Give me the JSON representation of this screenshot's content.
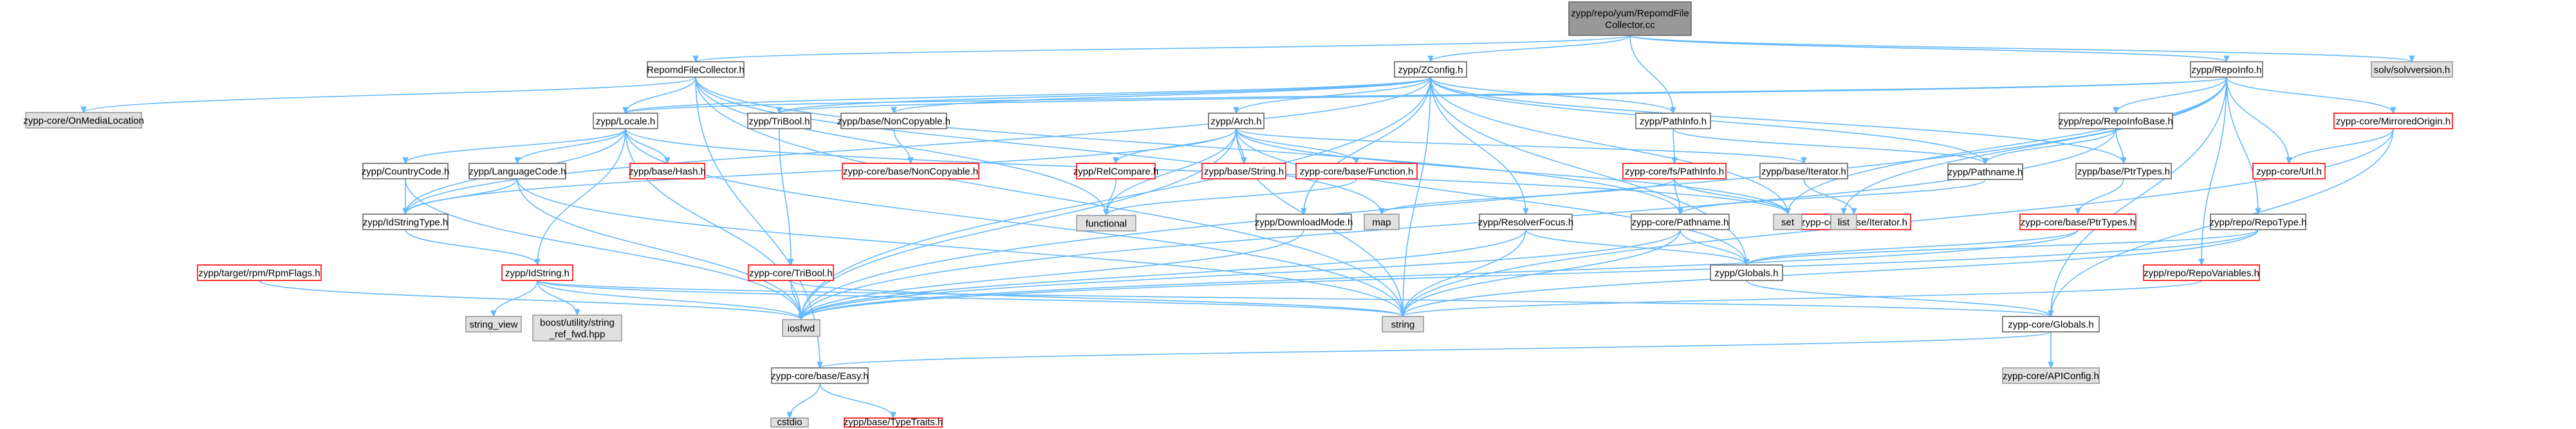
{
  "diagram": {
    "type": "include-dependency-graph",
    "colors": {
      "edge": "#63b8ff",
      "root_fill": "#999999",
      "normal_fill": "#ffffff",
      "external_fill": "#e0e0e0",
      "external_stroke": "#999999",
      "truncated_stroke": "#ff0000",
      "normal_stroke": "#666666",
      "text": "#000000"
    },
    "nodes": [
      {
        "id": "root",
        "label": "zypp/repo/yum/RepomdFile\nCollector.cc",
        "kind": "root"
      },
      {
        "id": "rfc",
        "label": "RepomdFileCollector.h",
        "kind": "normal"
      },
      {
        "id": "zconfig",
        "label": "zypp/ZConfig.h",
        "kind": "normal"
      },
      {
        "id": "pathinfo",
        "label": "zypp/PathInfo.h",
        "kind": "normal"
      },
      {
        "id": "repoinfo",
        "label": "zypp/RepoInfo.h",
        "kind": "normal"
      },
      {
        "id": "solvversion",
        "label": "solv/solvversion.h",
        "kind": "external"
      },
      {
        "id": "oml",
        "label": "zypp-core/OnMediaLocation",
        "kind": "external"
      },
      {
        "id": "locale",
        "label": "zypp/Locale.h",
        "kind": "normal"
      },
      {
        "id": "tribool",
        "label": "zypp/TriBool.h",
        "kind": "normal"
      },
      {
        "id": "noncopy",
        "label": "zypp/base/NonCopyable.h",
        "kind": "normal"
      },
      {
        "id": "arch",
        "label": "zypp/Arch.h",
        "kind": "normal"
      },
      {
        "id": "hash",
        "label": "zypp/base/Hash.h",
        "kind": "truncated"
      },
      {
        "id": "countrycode",
        "label": "zypp/CountryCode.h",
        "kind": "normal"
      },
      {
        "id": "langcode",
        "label": "zypp/LanguageCode.h",
        "kind": "normal"
      },
      {
        "id": "idstrtype",
        "label": "zypp/IdStringType.h",
        "kind": "normal"
      },
      {
        "id": "idstring",
        "label": "zypp/IdString.h",
        "kind": "truncated"
      },
      {
        "id": "rpmflags",
        "label": "zypp/target/rpm/RpmFlags.h",
        "kind": "truncated"
      },
      {
        "id": "ccnoncopy",
        "label": "zypp-core/base/NonCopyable.h",
        "kind": "truncated"
      },
      {
        "id": "relcompare",
        "label": "zypp/RelCompare.h",
        "kind": "truncated"
      },
      {
        "id": "bstring",
        "label": "zypp/base/String.h",
        "kind": "truncated"
      },
      {
        "id": "bfunction",
        "label": "zypp-core/base/Function.h",
        "kind": "truncated"
      },
      {
        "id": "functional",
        "label": "functional",
        "kind": "external"
      },
      {
        "id": "map",
        "label": "map",
        "kind": "external"
      },
      {
        "id": "dlmode",
        "label": "zypp/DownloadMode.h",
        "kind": "normal"
      },
      {
        "id": "resolver",
        "label": "zypp/ResolverFocus.h",
        "kind": "normal"
      },
      {
        "id": "fspathinfo",
        "label": "zypp-core/fs/PathInfo.h",
        "kind": "truncated"
      },
      {
        "id": "pathname",
        "label": "zypp/Pathname.h",
        "kind": "normal"
      },
      {
        "id": "biter",
        "label": "zypp/base/Iterator.h",
        "kind": "normal"
      },
      {
        "id": "cbiter",
        "label": "zypp-core/base/Iterator.h",
        "kind": "truncated"
      },
      {
        "id": "set",
        "label": "set",
        "kind": "external"
      },
      {
        "id": "list",
        "label": "list",
        "kind": "external"
      },
      {
        "id": "cpathname",
        "label": "zypp-core/Pathname.h",
        "kind": "normal"
      },
      {
        "id": "globals",
        "label": "zypp/Globals.h",
        "kind": "normal"
      },
      {
        "id": "ctribool",
        "label": "zypp-core/TriBool.h",
        "kind": "truncated"
      },
      {
        "id": "iosfwd",
        "label": "iosfwd",
        "kind": "external"
      },
      {
        "id": "string",
        "label": "string",
        "kind": "external"
      },
      {
        "id": "string_view",
        "label": "string_view",
        "kind": "external"
      },
      {
        "id": "boostref",
        "label": "boost/utility/string\n_ref_fwd.hpp",
        "kind": "external"
      },
      {
        "id": "repoinfobase",
        "label": "zypp/repo/RepoInfoBase.h",
        "kind": "normal"
      },
      {
        "id": "mirrored",
        "label": "zypp-core/MirroredOrigin.h",
        "kind": "truncated"
      },
      {
        "id": "curl",
        "label": "zypp-core/Url.h",
        "kind": "truncated"
      },
      {
        "id": "ptrtypes",
        "label": "zypp/base/PtrTypes.h",
        "kind": "normal"
      },
      {
        "id": "cptrtypes",
        "label": "zypp-core/base/PtrTypes.h",
        "kind": "truncated"
      },
      {
        "id": "repotype",
        "label": "zypp/repo/RepoType.h",
        "kind": "normal"
      },
      {
        "id": "repovars",
        "label": "zypp/repo/RepoVariables.h",
        "kind": "truncated"
      },
      {
        "id": "cglobals",
        "label": "zypp-core/Globals.h",
        "kind": "normal"
      },
      {
        "id": "easy",
        "label": "zypp-core/base/Easy.h",
        "kind": "normal"
      },
      {
        "id": "apiconfig",
        "label": "zypp-core/APIConfig.h",
        "kind": "external"
      },
      {
        "id": "cstdio",
        "label": "cstdio",
        "kind": "external"
      },
      {
        "id": "typetraits",
        "label": "zypp/base/TypeTraits.h",
        "kind": "truncated"
      }
    ],
    "edges": [
      [
        "root",
        "rfc"
      ],
      [
        "root",
        "zconfig"
      ],
      [
        "root",
        "pathinfo"
      ],
      [
        "root",
        "repoinfo"
      ],
      [
        "root",
        "solvversion"
      ],
      [
        "rfc",
        "oml"
      ],
      [
        "rfc",
        "locale"
      ],
      [
        "rfc",
        "easy"
      ],
      [
        "rfc",
        "cpathname"
      ],
      [
        "rfc",
        "string"
      ],
      [
        "rfc",
        "functional"
      ],
      [
        "rfc",
        "map"
      ],
      [
        "zconfig",
        "locale"
      ],
      [
        "zconfig",
        "tribool"
      ],
      [
        "zconfig",
        "noncopy"
      ],
      [
        "zconfig",
        "arch"
      ],
      [
        "zconfig",
        "pathinfo"
      ],
      [
        "zconfig",
        "dlmode"
      ],
      [
        "zconfig",
        "resolver"
      ],
      [
        "zconfig",
        "iosfwd"
      ],
      [
        "zconfig",
        "string"
      ],
      [
        "zconfig",
        "globals"
      ],
      [
        "zconfig",
        "set"
      ],
      [
        "zconfig",
        "pathname"
      ],
      [
        "zconfig",
        "idstrtype"
      ],
      [
        "zconfig",
        "ptrtypes"
      ],
      [
        "pathinfo",
        "fspathinfo"
      ],
      [
        "pathinfo",
        "pathname"
      ],
      [
        "repoinfo",
        "repoinfobase"
      ],
      [
        "repoinfo",
        "mirrored"
      ],
      [
        "repoinfo",
        "curl"
      ],
      [
        "repoinfo",
        "repotype"
      ],
      [
        "repoinfo",
        "repovars"
      ],
      [
        "repoinfo",
        "list"
      ],
      [
        "repoinfo",
        "set"
      ],
      [
        "repoinfo",
        "tribool"
      ],
      [
        "repoinfo",
        "locale"
      ],
      [
        "repoinfo",
        "cglobals"
      ],
      [
        "repoinfo",
        "iosfwd"
      ],
      [
        "locale",
        "hash"
      ],
      [
        "locale",
        "countrycode"
      ],
      [
        "locale",
        "langcode"
      ],
      [
        "locale",
        "idstrtype"
      ],
      [
        "locale",
        "iosfwd"
      ],
      [
        "locale",
        "string"
      ],
      [
        "locale",
        "idstring"
      ],
      [
        "locale",
        "set"
      ],
      [
        "tribool",
        "ctribool"
      ],
      [
        "noncopy",
        "ccnoncopy"
      ],
      [
        "arch",
        "relcompare"
      ],
      [
        "arch",
        "bstring"
      ],
      [
        "arch",
        "bfunction"
      ],
      [
        "arch",
        "biter"
      ],
      [
        "arch",
        "globals"
      ],
      [
        "arch",
        "iosfwd"
      ],
      [
        "arch",
        "functional"
      ],
      [
        "arch",
        "set"
      ],
      [
        "arch",
        "string"
      ],
      [
        "arch",
        "idstrtype"
      ],
      [
        "countrycode",
        "idstrtype"
      ],
      [
        "countrycode",
        "iosfwd"
      ],
      [
        "langcode",
        "idstrtype"
      ],
      [
        "langcode",
        "iosfwd"
      ],
      [
        "langcode",
        "string"
      ],
      [
        "idstrtype",
        "idstring"
      ],
      [
        "idstring",
        "iosfwd"
      ],
      [
        "idstring",
        "string"
      ],
      [
        "idstring",
        "string_view"
      ],
      [
        "idstring",
        "boostref"
      ],
      [
        "idstring",
        "cglobals"
      ],
      [
        "rpmflags",
        "iosfwd"
      ],
      [
        "relcompare",
        "functional"
      ],
      [
        "bfunction",
        "functional"
      ],
      [
        "biter",
        "cbiter"
      ],
      [
        "dlmode",
        "iosfwd"
      ],
      [
        "resolver",
        "iosfwd"
      ],
      [
        "resolver",
        "string"
      ],
      [
        "resolver",
        "globals"
      ],
      [
        "fspathinfo",
        "cpathname"
      ],
      [
        "fspathinfo",
        "map"
      ],
      [
        "fspathinfo",
        "set"
      ],
      [
        "pathname",
        "cpathname"
      ],
      [
        "cpathname",
        "globals"
      ],
      [
        "cpathname",
        "iosfwd"
      ],
      [
        "cpathname",
        "string"
      ],
      [
        "globals",
        "cglobals"
      ],
      [
        "ctribool",
        "iosfwd"
      ],
      [
        "ctribool",
        "string"
      ],
      [
        "repoinfobase",
        "pathname"
      ],
      [
        "repoinfobase",
        "ptrtypes"
      ],
      [
        "repoinfobase",
        "iosfwd"
      ],
      [
        "mirrored",
        "curl"
      ],
      [
        "mirrored",
        "string"
      ],
      [
        "mirrored",
        "cglobals"
      ],
      [
        "ptrtypes",
        "cptrtypes"
      ],
      [
        "cptrtypes",
        "iosfwd"
      ],
      [
        "cptrtypes",
        "globals"
      ],
      [
        "repotype",
        "iosfwd"
      ],
      [
        "repotype",
        "string"
      ],
      [
        "repotype",
        "globals"
      ],
      [
        "repovars",
        "string"
      ],
      [
        "cglobals",
        "easy"
      ],
      [
        "cglobals",
        "apiconfig"
      ],
      [
        "easy",
        "cstdio"
      ],
      [
        "easy",
        "typetraits"
      ]
    ]
  }
}
